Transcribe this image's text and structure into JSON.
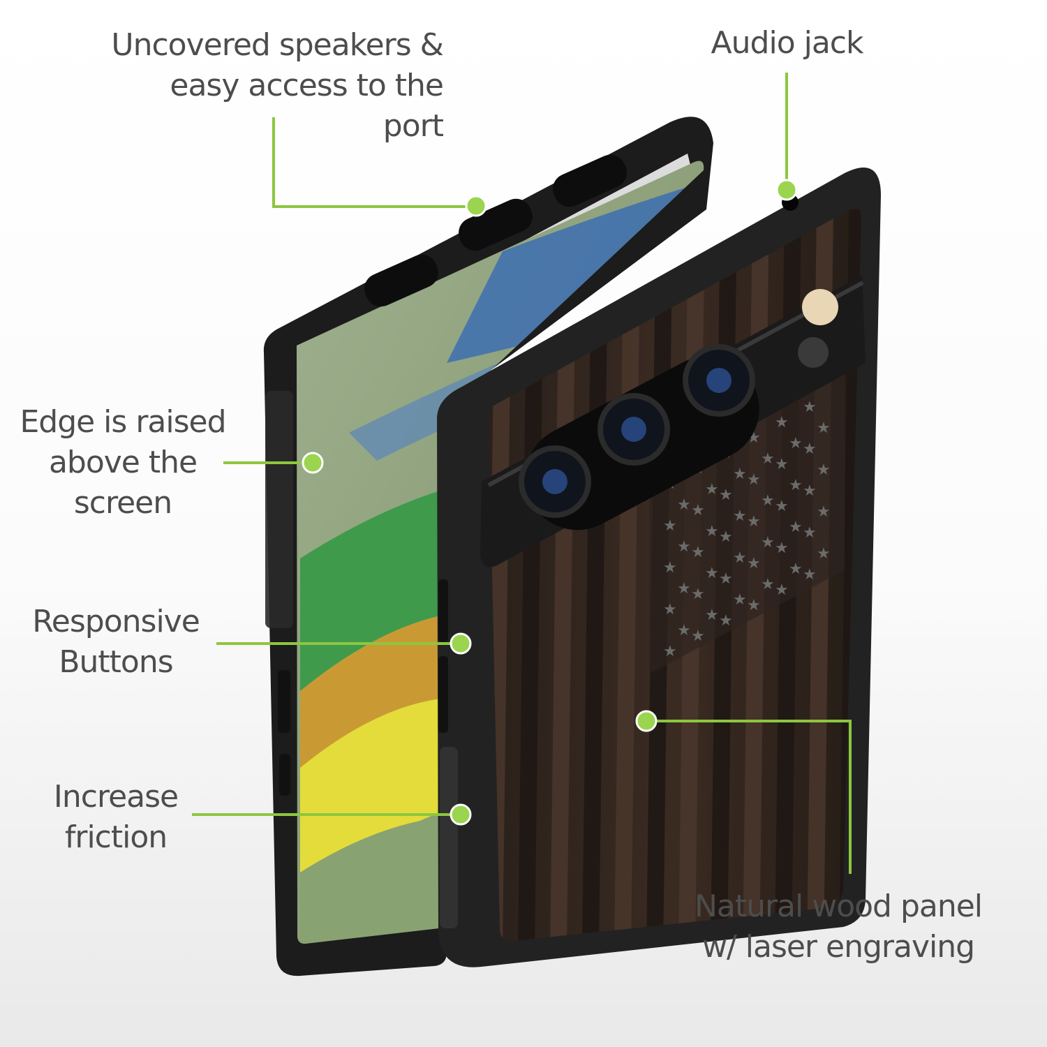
{
  "accent_color": "#8dc63f",
  "callouts": {
    "speakers": {
      "line1": "Uncovered speakers &",
      "line2": "easy access to the port"
    },
    "audio_jack": {
      "line1": "Audio jack"
    },
    "raised_edge": {
      "line1": "Edge is raised",
      "line2": "above the",
      "line3": "screen"
    },
    "buttons": {
      "line1": "Responsive",
      "line2": "Buttons"
    },
    "friction": {
      "line1": "Increase",
      "line2": "friction"
    },
    "wood_panel": {
      "line1": "Natural wood panel",
      "line2": "w/ laser engraving"
    }
  }
}
